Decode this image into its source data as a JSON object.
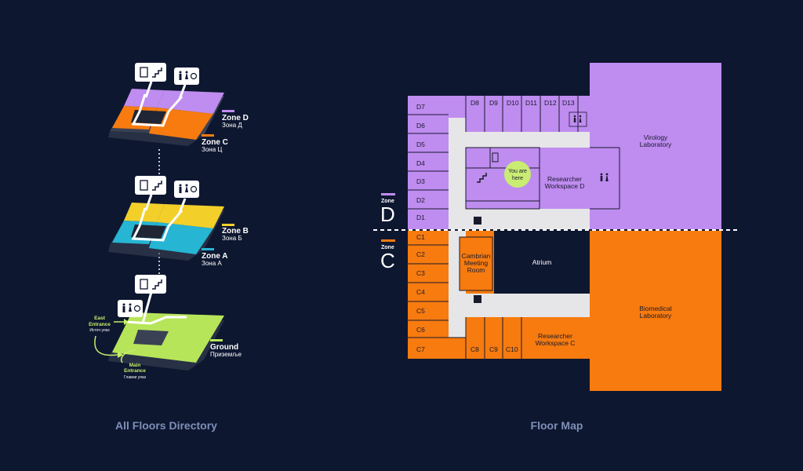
{
  "colors": {
    "background": "#0e1730",
    "zone_d": "#bf8cf0",
    "zone_c": "#f77b0f",
    "zone_b": "#f3cf2a",
    "zone_a": "#26b5d3",
    "ground": "#b7e55a",
    "corridor": "#e6e6e8",
    "you_are_here": "#c9ec73"
  },
  "directory": {
    "caption": "All Floors Directory",
    "zones": [
      {
        "name": "Zone D",
        "sub": "Зона Д",
        "color": "#bf8cf0"
      },
      {
        "name": "Zone C",
        "sub": "Зона Ц",
        "color": "#f77b0f"
      },
      {
        "name": "Zone B",
        "sub": "Зона Б",
        "color": "#f3cf2a"
      },
      {
        "name": "Zone A",
        "sub": "Зона А",
        "color": "#26b5d3"
      },
      {
        "name": "Ground",
        "sub": "Приземље",
        "color": "#b7e55a"
      }
    ],
    "east_entrance": {
      "line1": "East",
      "line2": "Entrance",
      "sub": "Источ улаз"
    },
    "main_entrance": {
      "line1": "Main",
      "line2": "Entrance",
      "sub": "Главни улаз"
    },
    "icons": [
      "elevator-icon",
      "stairs-icon",
      "restroom-icon",
      "accessible-icon"
    ]
  },
  "floor_map": {
    "caption": "Floor Map",
    "zone_d_word": "Zone",
    "zone_d_letter": "D",
    "zone_c_word": "Zone",
    "zone_c_letter": "C",
    "d_left_rooms": [
      "D7",
      "D6",
      "D5",
      "D4",
      "D3",
      "D2",
      "D1"
    ],
    "d_top_rooms": [
      "D8",
      "D9",
      "D10",
      "D11",
      "D12",
      "D13"
    ],
    "c_left_rooms": [
      "C1",
      "C2",
      "C3",
      "C4",
      "C5",
      "C6",
      "C7"
    ],
    "c_bottom_rooms": [
      "C8",
      "C9",
      "C10"
    ],
    "you_are_here": {
      "line1": "You are",
      "line2": "here"
    },
    "workspace_d": {
      "line1": "Researcher",
      "line2": "Workspace D"
    },
    "workspace_c": {
      "line1": "Researcher",
      "line2": "Workspace C"
    },
    "virology": {
      "line1": "Virology",
      "line2": "Laboratory"
    },
    "biomedical": {
      "line1": "Biomedical",
      "line2": "Laboratory"
    },
    "cambrian": {
      "line1": "Cambrian",
      "line2": "Meeting",
      "line3": "Room"
    },
    "atrium": "Atrium"
  }
}
